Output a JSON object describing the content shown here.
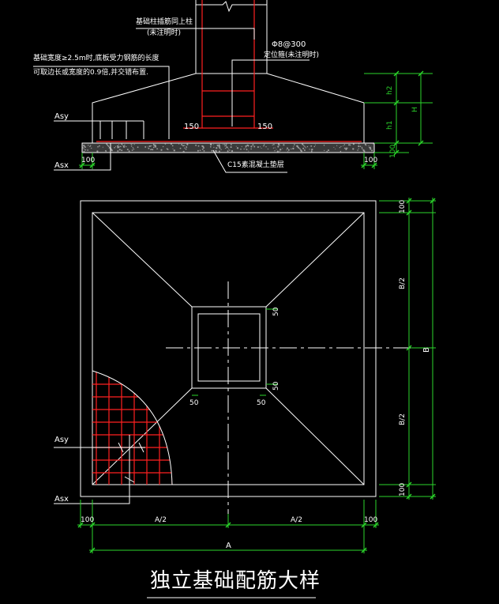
{
  "colors": {
    "background": "#000000",
    "outline": "#ffffff",
    "rebar": "#ff2020",
    "dimension": "#2bd62b",
    "leader": "#ffffff"
  },
  "annotations": {
    "column_bars_note_line1": "基础柱插筋同上柱",
    "column_bars_note_line2": "(未注明时)",
    "stirrup_spec": "Φ8@300",
    "stirrup_note": "定位箍(未注明时)",
    "width_note_line1": "基础宽度≥2.5m时,底板受力钢筋的长度",
    "width_note_line2": "可取边长或宽度的0.9倍,并交错布置.",
    "asy": "Asy",
    "asx": "Asx",
    "cover_150_left": "150",
    "cover_150_right": "150",
    "bedding": "C15素混凝土垫层",
    "plan_asy": "Asy",
    "plan_asx": "Asx"
  },
  "dimensions": {
    "h2": "h2",
    "h1": "h1",
    "H": "H",
    "bed_100": "100",
    "edge_left": "100",
    "edge_right": "100",
    "plan_top_100": "100",
    "half_b_top": "B/2",
    "full_b": "B",
    "half_b_bottom": "B/2",
    "plan_bottom_100": "100",
    "plan_left_100": "100",
    "half_a_left": "A/2",
    "half_a_right": "A/2",
    "plan_right_100": "100",
    "full_a": "A",
    "col_50_top": "50",
    "col_50_right": "50",
    "col_50_bl": "50",
    "col_50_br": "50"
  },
  "title": "独立基础配筋大样"
}
